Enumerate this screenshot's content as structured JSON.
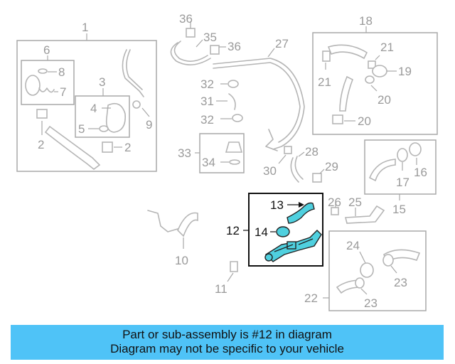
{
  "callouts": {
    "c1": "1",
    "c2a": "2",
    "c2b": "2",
    "c3": "3",
    "c4": "4",
    "c5": "5",
    "c6": "6",
    "c7": "7",
    "c8": "8",
    "c9": "9",
    "c10": "10",
    "c11": "11",
    "c12": "12",
    "c13": "13",
    "c14": "14",
    "c15": "15",
    "c16": "16",
    "c17": "17",
    "c18": "18",
    "c19": "19",
    "c20a": "20",
    "c20b": "20",
    "c21a": "21",
    "c21b": "21",
    "c22": "22",
    "c23a": "23",
    "c23b": "23",
    "c24": "24",
    "c25": "25",
    "c26": "26",
    "c27": "27",
    "c28": "28",
    "c29": "29",
    "c30": "30",
    "c31": "31",
    "c32a": "32",
    "c32b": "32",
    "c33": "33",
    "c34": "34",
    "c35": "35",
    "c36a": "36",
    "c36b": "36"
  },
  "highlight": {
    "part_number": "12",
    "color": "#4fd0df"
  },
  "banner": {
    "line1": "Part or sub-assembly is #12 in diagram",
    "line2": "Diagram may not be specific to your vehicle",
    "color": "#4fc3f7"
  }
}
